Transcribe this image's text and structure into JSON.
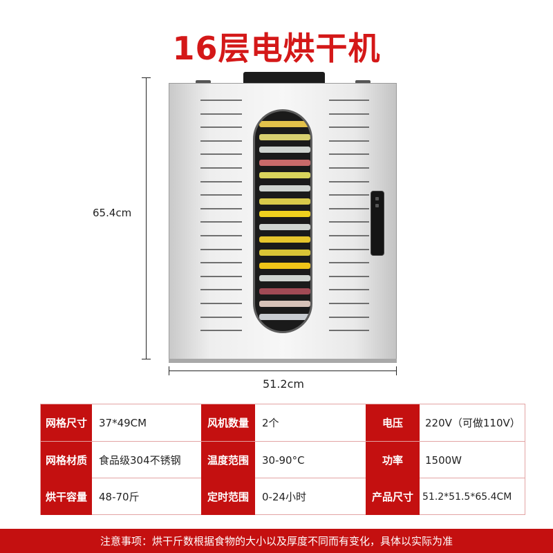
{
  "title": "16层电烘干机",
  "dimensions": {
    "height": "65.4cm",
    "width": "51.2cm"
  },
  "specs": [
    {
      "label": "网格尺寸",
      "value": "37*49CM"
    },
    {
      "label": "风机数量",
      "value": "2个"
    },
    {
      "label": "电压",
      "value": "220V（可做110V）"
    },
    {
      "label": "网格材质",
      "value": "食品级304不锈钢"
    },
    {
      "label": "温度范围",
      "value": "30-90°C"
    },
    {
      "label": "功率",
      "value": "1500W"
    },
    {
      "label": "烘干容量",
      "value": "48-70斤"
    },
    {
      "label": "定时范围",
      "value": "0-24小时"
    },
    {
      "label": "产品尺寸",
      "value": "51.2*51.5*65.4CM"
    }
  ],
  "notice": "注意事项：烘干斤数根据食物的大小以及厚度不同而有变化，具体以实际为准",
  "colors": {
    "accent": "#c41010",
    "title": "#d41818"
  }
}
